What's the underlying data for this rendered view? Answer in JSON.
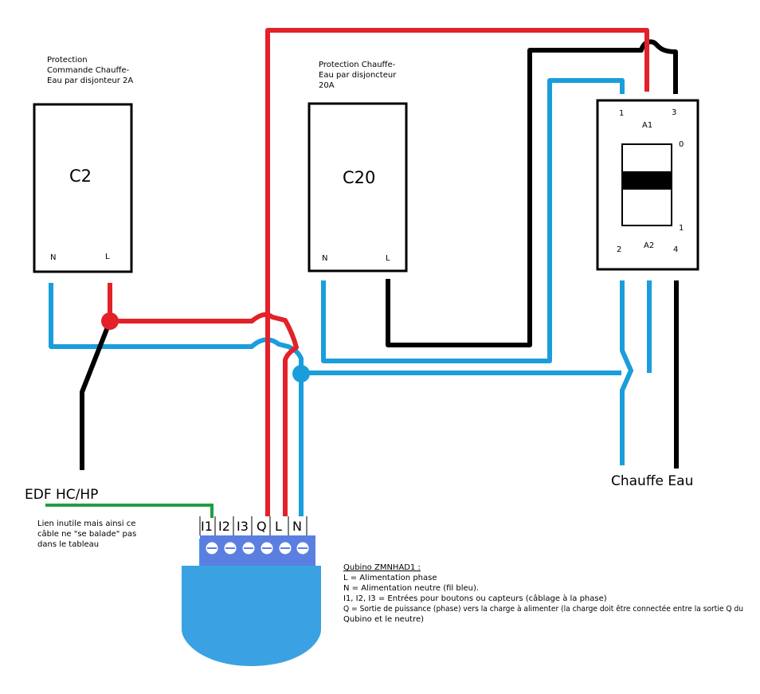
{
  "colors": {
    "red": "#e32128",
    "blue": "#1a9edb",
    "black": "#000000",
    "green": "#1f9e3f",
    "module_body": "#3aa2e2",
    "terminal_block": "#5a7fe0"
  },
  "breaker_c2": {
    "title": "C2",
    "caption_lines": [
      "Protection",
      "Commande Chauffe-",
      "Eau par disjonteur 2A"
    ],
    "left_terminal": "N",
    "right_terminal": "L"
  },
  "breaker_c20": {
    "title": "C20",
    "caption_lines": [
      "Protection Chauffe-",
      "Eau par disjoncteur",
      "20A"
    ],
    "left_terminal": "N",
    "right_terminal": "L"
  },
  "contactor": {
    "pin_1": "1",
    "pin_3": "3",
    "coil_top": "A1",
    "coil_bottom": "A2",
    "pin_2": "2",
    "pin_4": "4",
    "pos_off": "0",
    "pos_on": "1"
  },
  "edf_label": "EDF HC/HP",
  "heater_label": "Chauffe Eau",
  "note_lines": [
    "Lien inutile mais ainsi ce",
    "câble ne \"se balade\" pas",
    "dans le tableau"
  ],
  "module": {
    "terminals": [
      "I1",
      "I2",
      "I3",
      "Q",
      "L",
      "N"
    ]
  },
  "legend": {
    "title": "Qubino ZMNHAD1 :",
    "lines": [
      "L = Alimentation phase",
      "N = Alimentation neutre (fil bleu).",
      "I1, I2, I3 = Entrées pour boutons ou capteurs (câblage à la phase)",
      "Q = Sortie de puissance (phase) vers la charge à alimenter (la charge doit être connectée entre la sortie Q du",
      "Qubino et le neutre)"
    ]
  }
}
